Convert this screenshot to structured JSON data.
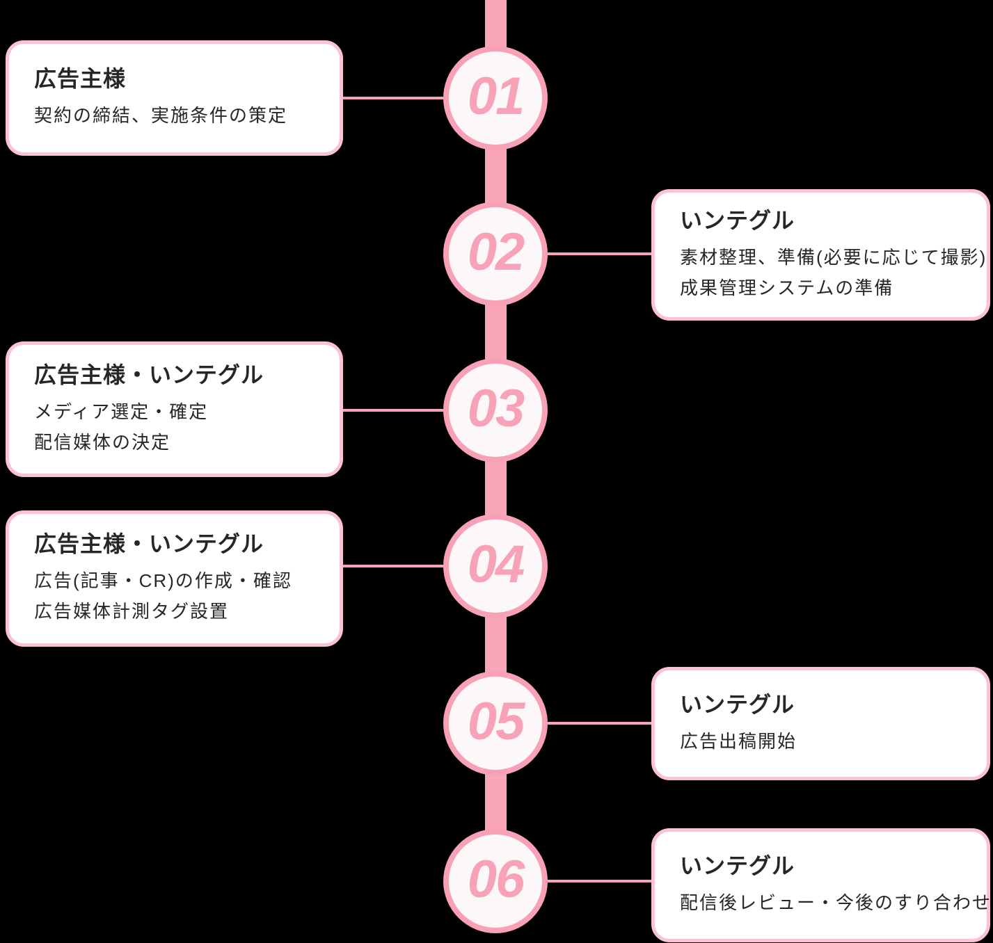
{
  "diagram": {
    "type": "vertical-process-timeline",
    "colors": {
      "background": "#000000",
      "spine_pink": "#F9A6B9",
      "connector_pink": "#F8A3B8",
      "circle_border_pink": "#F8A0B6",
      "circle_fill": "#FCF8F9",
      "number_pink": "#F8A2B8",
      "card_border_pink": "#FBC3D2",
      "card_fill": "#FFFFFF",
      "text": "#262626"
    },
    "steps": [
      {
        "number": "01",
        "side": "left",
        "title": "広告主様",
        "lines": [
          "契約の締結、実施条件の策定"
        ]
      },
      {
        "number": "02",
        "side": "right",
        "title": "いンテグル",
        "lines": [
          "素材整理、準備(必要に応じて撮影)",
          "成果管理システムの準備"
        ]
      },
      {
        "number": "03",
        "side": "left",
        "title": "広告主様・いンテグル",
        "lines": [
          "メディア選定・確定",
          "配信媒体の決定"
        ]
      },
      {
        "number": "04",
        "side": "left",
        "title": "広告主様・いンテグル",
        "lines": [
          "広告(記事・CR)の作成・確認",
          "広告媒体計測タグ設置"
        ]
      },
      {
        "number": "05",
        "side": "right",
        "title": "いンテグル",
        "lines": [
          "広告出稿開始"
        ]
      },
      {
        "number": "06",
        "side": "right",
        "title": "いンテグル",
        "lines": [
          "配信後レビュー・今後のすり合わせ"
        ]
      }
    ]
  }
}
